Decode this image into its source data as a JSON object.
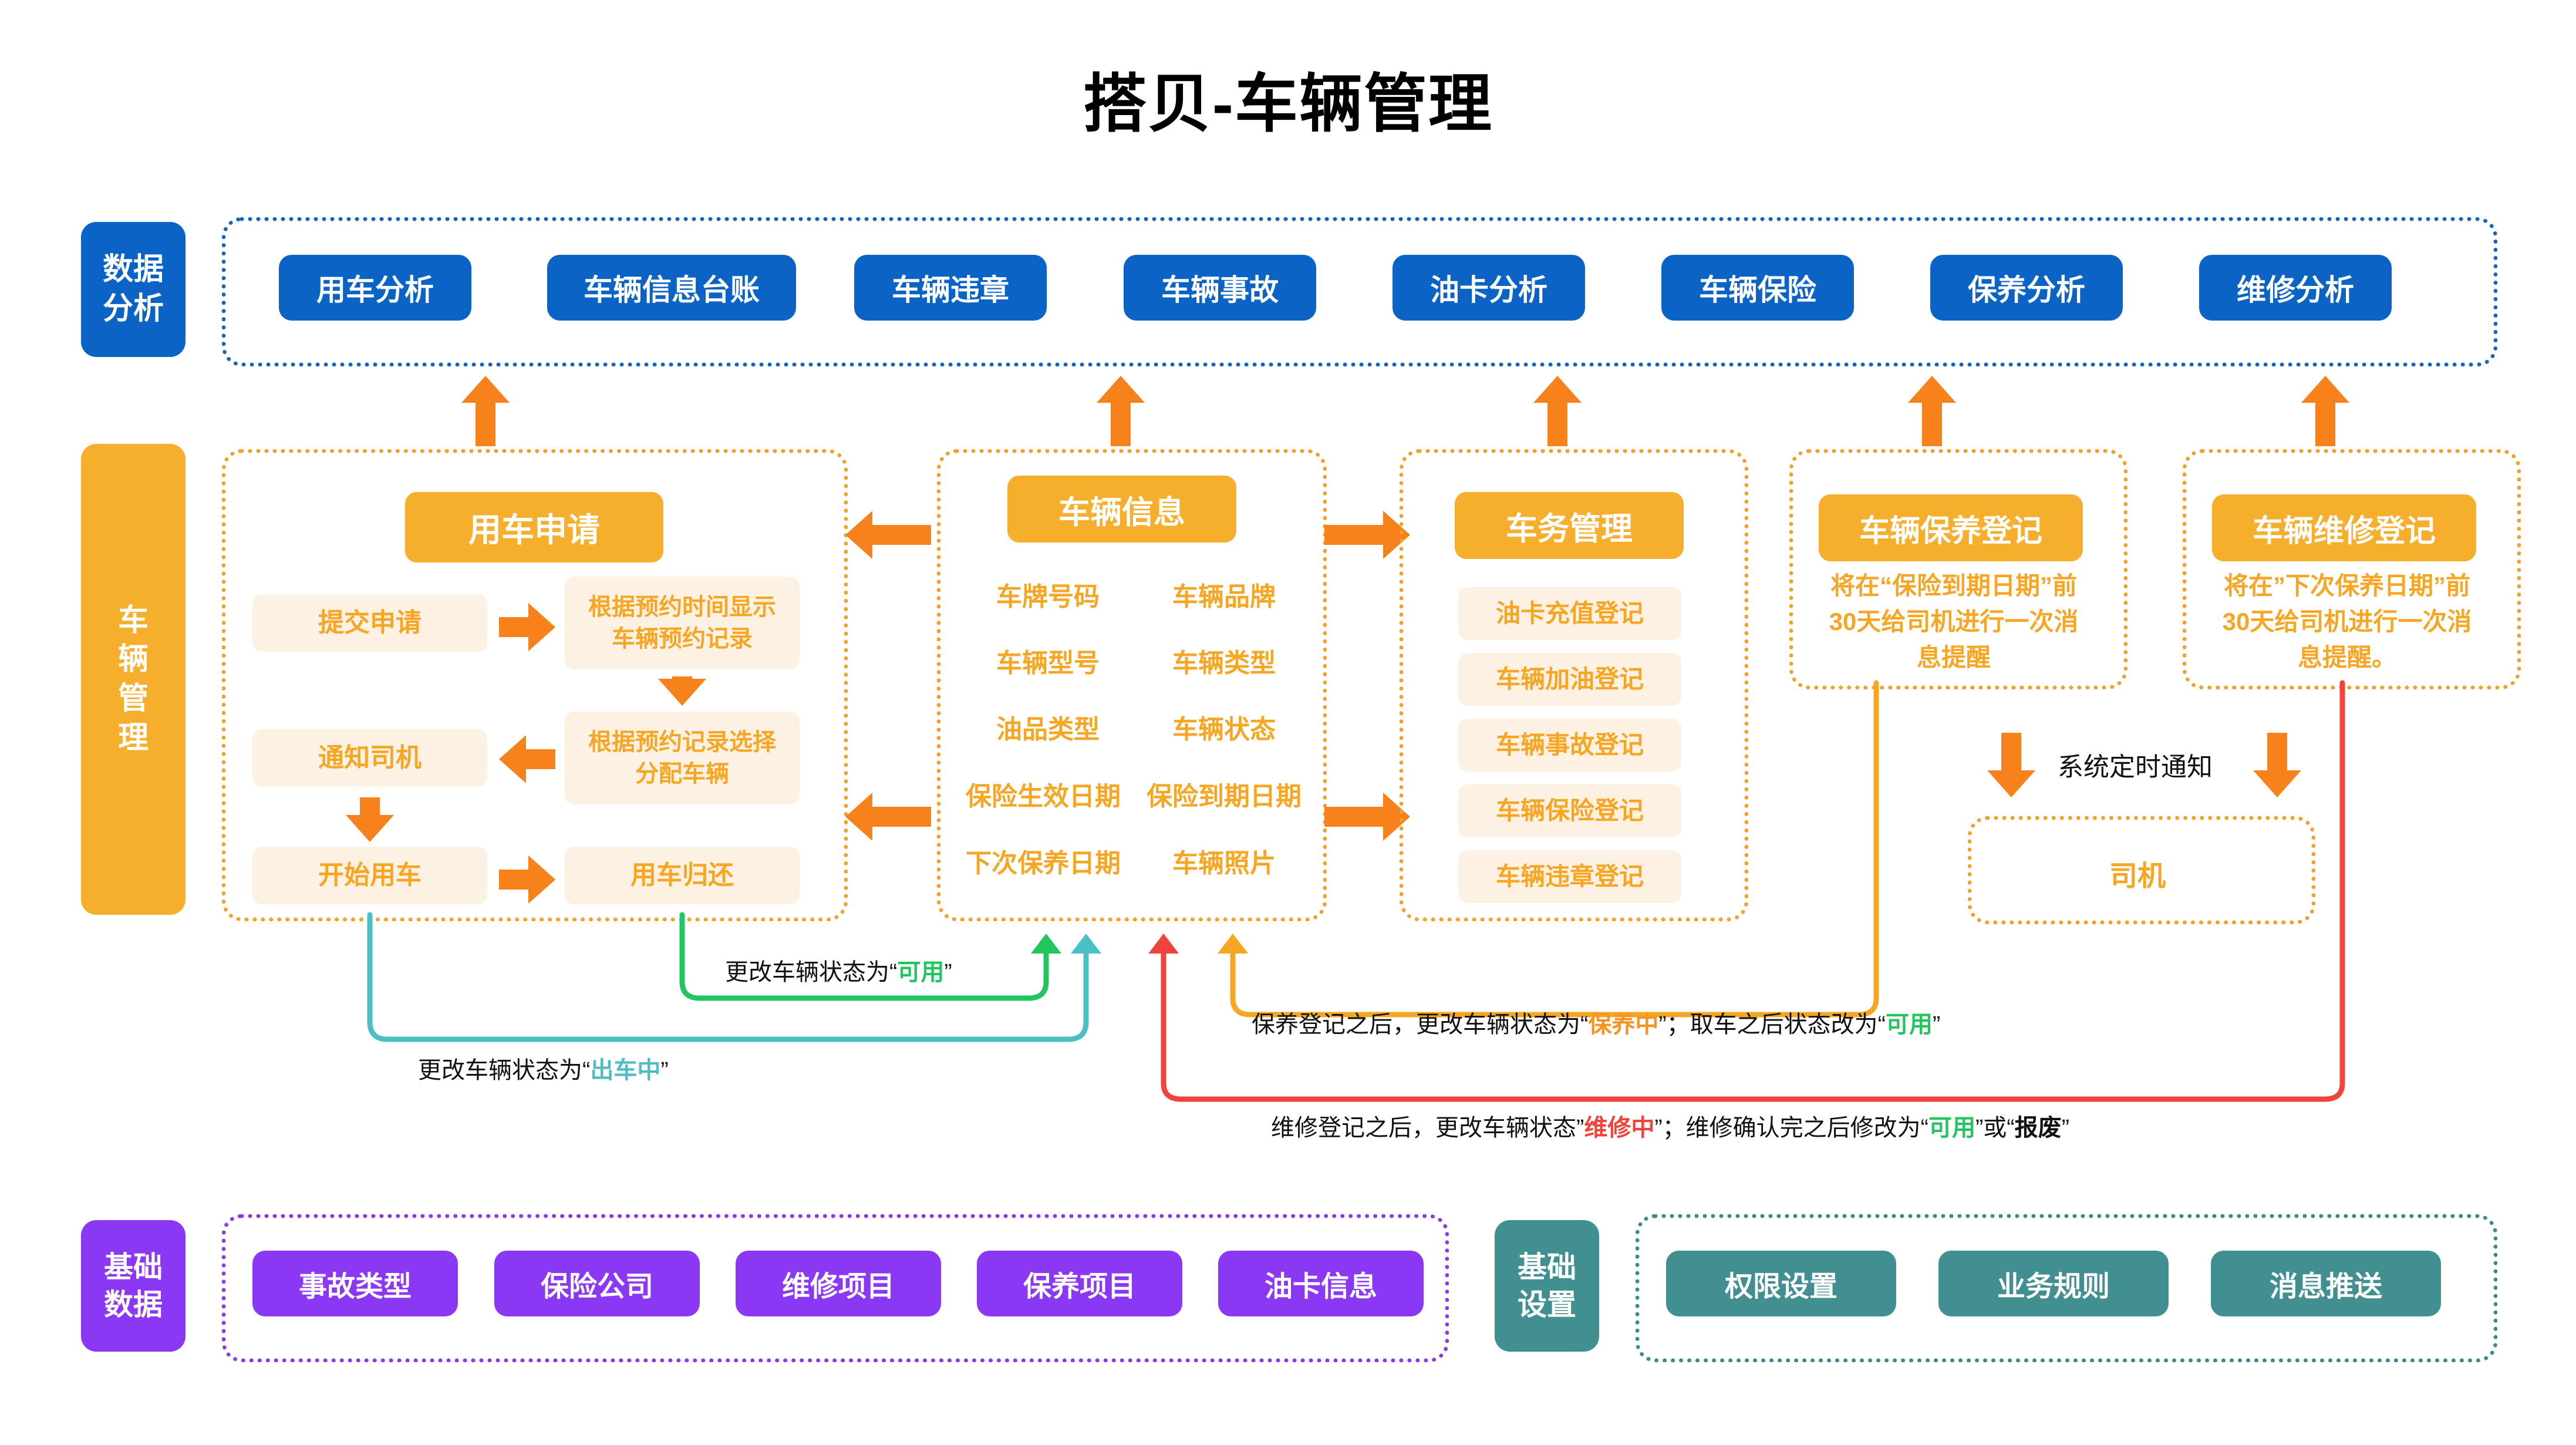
{
  "title": "搭贝-车辆管理",
  "groups": {
    "analysis": {
      "label": "数据\n分析",
      "color": "#0B63C5"
    },
    "vehicle": {
      "label": "车\n辆\n管\n理",
      "color": "#F6AE2D"
    },
    "base_data": {
      "label": "基础\n数据",
      "color": "#8B38F5"
    },
    "base_setting": {
      "label": "基础\n设置",
      "color": "#418F90"
    }
  },
  "analysis_row": {
    "items": [
      {
        "label": "用车分析"
      },
      {
        "label": "车辆信息台账"
      },
      {
        "label": "车辆违章"
      },
      {
        "label": "车辆事故"
      },
      {
        "label": "油卡分析"
      },
      {
        "label": "车辆保险"
      },
      {
        "label": "保养分析"
      },
      {
        "label": "维修分析"
      }
    ]
  },
  "panels": {
    "apply": {
      "title": "用车申请",
      "steps": [
        {
          "label": "提交申请"
        },
        {
          "label": "根据预约时间显示\n车辆预约记录"
        },
        {
          "label": "根据预约记录选择\n分配车辆"
        },
        {
          "label": "通知司机"
        },
        {
          "label": "开始用车"
        },
        {
          "label": "用车归还"
        }
      ]
    },
    "vehicle_info": {
      "title": "车辆信息",
      "fields": [
        "车牌号码",
        "车辆品牌",
        "车辆型号",
        "车辆类型",
        "油品类型",
        "车辆状态",
        "保险生效日期",
        "保险到期日期",
        "下次保养日期",
        "车辆照片"
      ]
    },
    "vehicle_affairs": {
      "title": "车务管理",
      "items": [
        "油卡充值登记",
        "车辆加油登记",
        "车辆事故登记",
        "车辆保险登记",
        "车辆违章登记"
      ]
    },
    "maintain_reg": {
      "title": "车辆保养登记",
      "note": "将在“保险到期日期”前30天给司机进行一次消息提醒"
    },
    "repair_reg": {
      "title": "车辆维修登记",
      "note": "将在”下次保养日期”前30天给司机进行一次消息提醒。"
    },
    "driver": {
      "title": "司机"
    }
  },
  "system_note": "系统定时通知",
  "annotations": {
    "available": {
      "prefix": "更改车辆状态为“",
      "value": "可用",
      "suffix": "”"
    },
    "on_trip": {
      "prefix": "更改车辆状态为“",
      "value": "出车中",
      "suffix": "”"
    },
    "maintain": {
      "p1": "保养登记之后，更改车辆状态为“",
      "v1": "保养中",
      "p2": "”；取车之后状态改为“",
      "v2": "可用",
      "p3": "”"
    },
    "repair": {
      "p1": "维修登记之后，更改车辆状态”",
      "v1": "维修中",
      "p2": "”；维修确认完之后修改为“",
      "v2": "可用",
      "p3": "”或“",
      "v3": "报废",
      "p4": "”"
    }
  },
  "base_data_row": {
    "items": [
      {
        "label": "事故类型"
      },
      {
        "label": "保险公司"
      },
      {
        "label": "维修项目"
      },
      {
        "label": "保养项目"
      },
      {
        "label": "油卡信息"
      }
    ]
  },
  "base_setting_row": {
    "items": [
      {
        "label": "权限设置"
      },
      {
        "label": "业务规则"
      },
      {
        "label": "消息推送"
      }
    ]
  },
  "colors": {
    "blue": "#0B63C5",
    "orange": "#F6AE2D",
    "orange_arrow": "#F7821B",
    "purple": "#8B38F5",
    "teal": "#418F90",
    "green_line": "#22C55E",
    "teal_line": "#4BBFC3",
    "red_line": "#F0433C",
    "amber_line": "#F5A623"
  }
}
